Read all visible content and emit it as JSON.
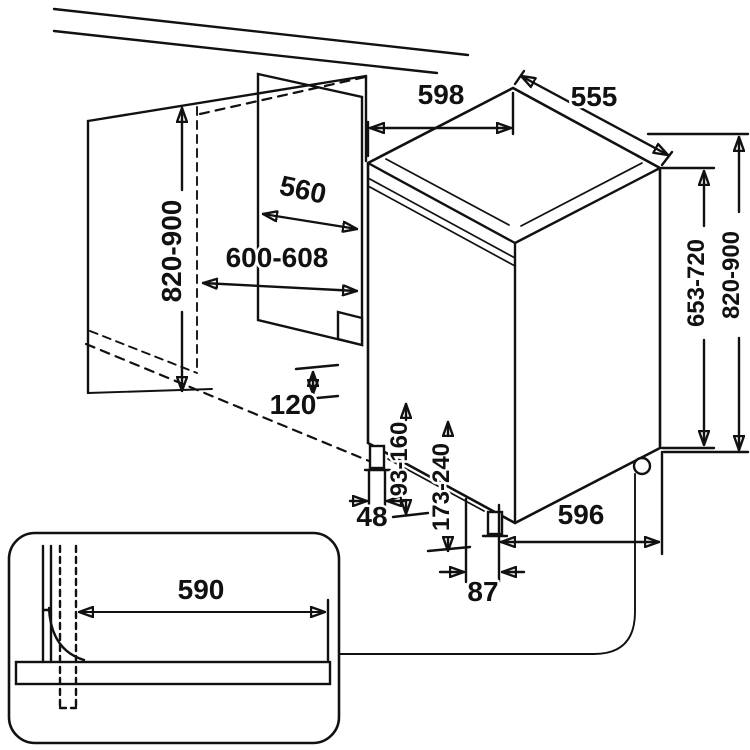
{
  "colors": {
    "line": "#111111",
    "panel": "#b5b5b5",
    "projection": "#cc2222"
  },
  "dims": {
    "appliance_width": "598",
    "appliance_depth": "555",
    "niche_depth": "560",
    "niche_width": "600-608",
    "niche_height": "820-900",
    "appliance_height": "653-720",
    "overall_height": "820-900",
    "plinth_clearance": "120",
    "front_foot_height": "48",
    "adjust_range_front": "93-160",
    "adjust_range_rear": "173-240",
    "base_depth": "596",
    "door_base_offset": "87",
    "plinth_board_width": "590"
  }
}
